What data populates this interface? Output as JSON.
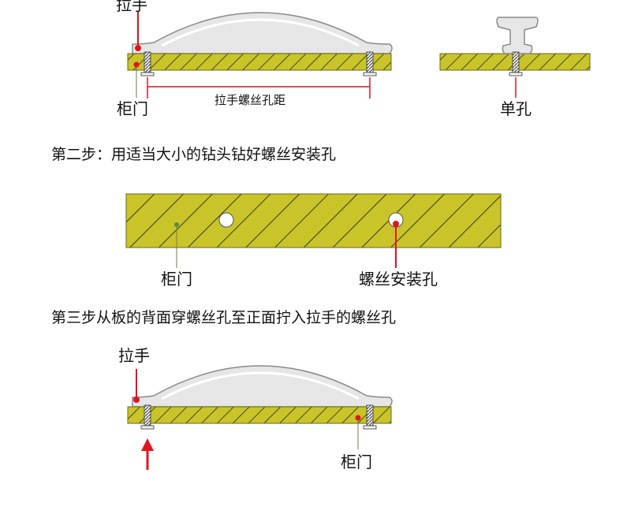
{
  "step1": {
    "label_handle": "拉手",
    "label_door": "柜门",
    "label_spacing": "拉手螺丝孔距",
    "label_single": "单孔"
  },
  "step2": {
    "heading": "第二步：用适当大小的钻头钻好螺丝安装孔",
    "label_door": "柜门",
    "label_hole": "螺丝安装孔"
  },
  "step3": {
    "heading": "第三步从板的背面穿螺丝孔至正面拧入拉手的螺丝孔",
    "label_handle": "拉手",
    "label_door": "柜门"
  },
  "colors": {
    "board": "#c8c42a",
    "hatch": "#2a2a1a",
    "handle_fill": "#e6e6e6",
    "handle_stroke": "#8a8a8a",
    "accent_red": "#e0141e"
  }
}
